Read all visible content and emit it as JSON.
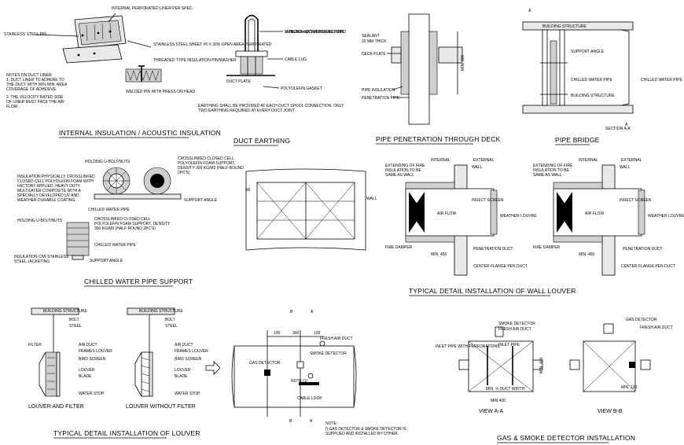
{
  "drawing": {
    "titles": {
      "internal_insulation": "INTERNAL INSULATION / ACOUSTIC INSULATION",
      "duct_earthing": "DUCT EARTHING",
      "pipe_penetration": "PIPE PENETRATION THROUGH DECK",
      "pipe_bridge": "PIPE BRIDGE",
      "chilled_water": "CHILLED WATER PIPE SUPPORT",
      "wall_louver": "TYPICAL DETAIL INSTALLATION OF WALL LOUVER",
      "louver": "TYPICAL DETAIL INSTALLATION OF LOUVER",
      "gas_smoke": "GAS & SMOKE DETECTOR INSTALLATION"
    },
    "insulation": {
      "perforated_liner": "INTERNAL PERFORATED LINER PER SPEC.",
      "stainless_pin": "STAINLESS STEEL PIN",
      "ss_sheet": "STAINLESS STEEL SHEET #5 X 30% OPEN AREA PERFORATED",
      "threaded": "THREADED TYPE INSULATION PIN/WASHER",
      "welded": "WELDED PIN WITH PRESS-ON HEAD",
      "notes_title": "NOTES ON DUCT LINER:",
      "note1": "1.  DUCT LINER TO ADHERE TO THE DUCT WITH 90% MIN. AREA COVERAGE OF ADHESIVE.",
      "note2": "2.  THE VELOCITY RATED SIDE OF LINER MUST FACE THE AIR FLOW ."
    },
    "earthing": {
      "cable": "EARTHING CABLE 10mm SQ. PVC SHEATED AND GREEN / YELLOW STRIPPED",
      "lug": "CABLE LUG",
      "plate": "DUCT PLATE",
      "gasket": "POLYOLEFIN GASKET",
      "note": "EARTHING SHALL BE PROVIDED AT EACH DUCT SPOOL CONNECTION. ONLY TWO EARTHING REQUIRED AT EVERY DUCT JOINT."
    },
    "penetration": {
      "sealant": "SEALANT",
      "thick": "20 MM THICK",
      "deck": "DECK PLATE",
      "pipe_ins": "PIPE INSULATION",
      "pen_pipe": "PENETRATION PIPE",
      "min300": "MIN. 300"
    },
    "bridge": {
      "struct": "BUILDING STRUCTURE",
      "support": "SUPPORT ANGLE",
      "chw": "CHILLED WATER PIPE",
      "section": "SECTION A-A",
      "a": "A"
    },
    "chilled": {
      "holding1": "HOLDING U-BOLT/NUTS",
      "crosslink1": "CROSSLINKED CLOSED CELL POLYOLEFIN FOAM SUPPORT, DENSITY 300 KG/M3 (HALF ROUND 2PC'S)",
      "insulation": "INSULATION PHYSICALLY CROSSLINKED CLOSED CELL POLYOLEFIN FOAM WITH FACTORY APPLIED, HEAVY DUTY MULTILAYER COMPOSITE WITH A SPECIALLY DEVELOPED UV AND WEATHER DURABLE COATING.",
      "chw_pipe": "CHILLED WATER PIPE",
      "support_angle": "SUPPORT ANGLE",
      "holding2": "HOLDING U-BOLT/NUTS",
      "crosslink2": "CROSSLINKED CLOSED CELL POLYOLEFIN FOAM SUPPORT, DENSITY 300 KG/M3 (HALF ROUND 2PC'S)",
      "chw_pipe2": "CHILLED WATER PIPE",
      "jacket": "INSULATION C/W STAINLESS STEEL JACKETING",
      "support_angle2": "SUPPORT ANGLE"
    },
    "frame": {
      "wall": "WALL",
      "dim": "5R"
    },
    "wall_louver": {
      "internal": "INTERNAL",
      "external": "EXTERNAL",
      "extending": "EXTENDING OF FIRE INSULATION TO BE SAME AS WALL",
      "wall": "WALL",
      "insect": "INSECT SCREEN",
      "airflow": "AIR FLOW",
      "weather": "WEATHER LOUVRE",
      "fire_damper": "FIRE DAMPER",
      "min450": "MIN. 450",
      "pen_duct": "PENETRATION DUCT",
      "center": "CENTER FLANGE PEN DUCT"
    },
    "louver": {
      "struct": "BUILDING STRUCTURE",
      "bolt": "BOLT",
      "steel": "STEEL",
      "filter": "FILTER",
      "air_duct": "AIR DUCT",
      "frames": "FRAMES LOUVER",
      "bird": "BIRD SCREEN",
      "louver": "LOUVER",
      "blade": "BLADE",
      "water": "WATER STOP",
      "cap1": "LOUVER AND FILTER",
      "cap2": "LOUVER WITHOUT FILTER"
    },
    "detector_plan": {
      "dim1": "100",
      "dim2": "300",
      "dim3": "100",
      "fresh": "FRESH AIR DUCT",
      "gas": "GAS DETECTOR",
      "smoke": "SMOKE DETECTOR",
      "note1": "NOTE (1)",
      "cable": "CABLE LOOP",
      "b": "B",
      "a": "A",
      "note_title": "NOTE:",
      "note_text": "I)    GAS DETECTOR & SMOKE DETECTOR IS SUPPLIED AND INSTALLED BY OTHER."
    },
    "detector_views": {
      "inlet": "INLET PIPE WITH PERFORATIONS",
      "smoke": "SMOKE DETECTOR",
      "fresh": "FRESH AIR DUCT",
      "inlet2": "INLET PIPE",
      "min400v": "MIN. 400",
      "width": "MIN. ⅔ DUCT WIDTH",
      "min400": "MIN 400",
      "va": "VIEW A-A",
      "gas": "GAS DETECTOR",
      "fresh2": "FRESH AIR DUCT",
      "min130": "MIN. 130",
      "vb": "VIEW B-B"
    }
  }
}
